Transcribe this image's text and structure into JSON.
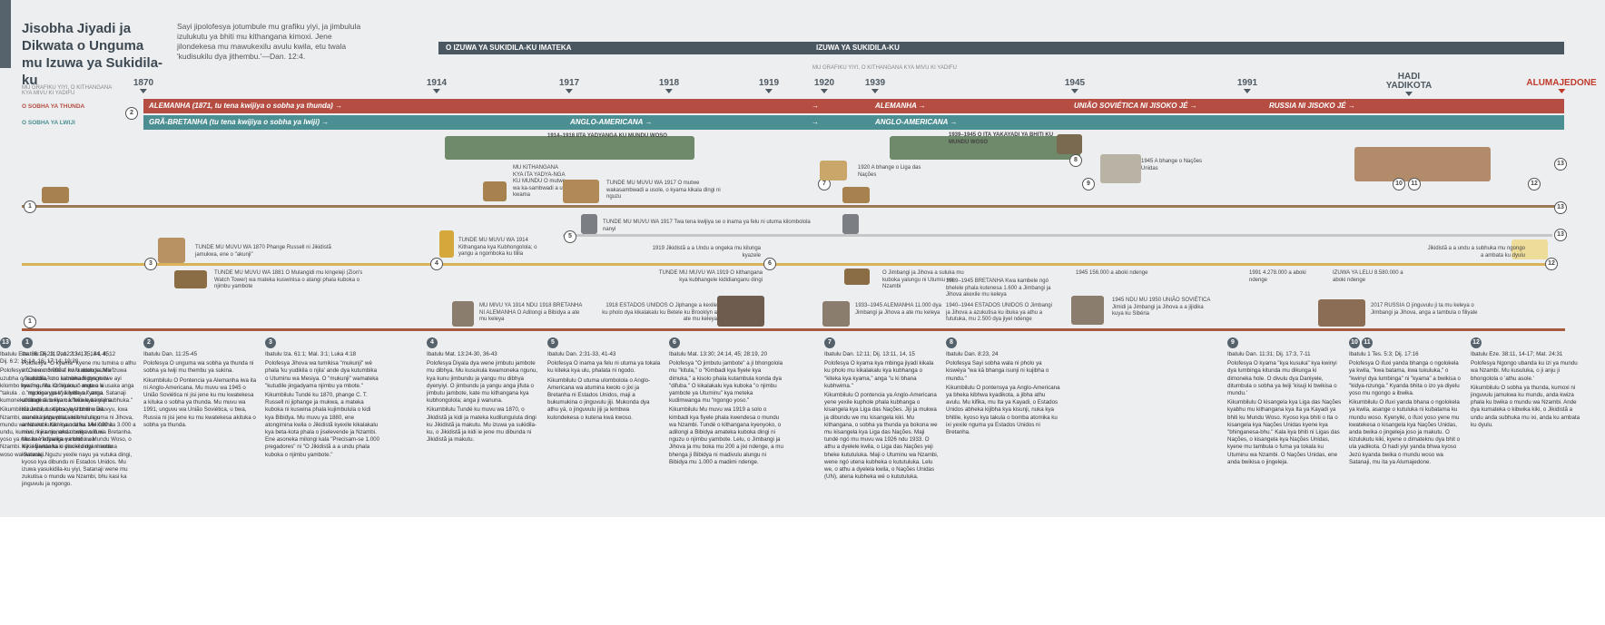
{
  "header": {
    "title": "Jisobha Jiyadi ja Dikwata o Unguma mu Izuwa ya Sukidila-ku",
    "intro": "Sayi jipolofesya jotumbule mu grafiku yiyi, ja jimbulula izulukutu ya bhiti mu kithangana kimoxi. Jene jilondekesa mu mawukexilu avulu kwila, etu twala 'kudisukilu dya jithembu.'—Dan. 12:4."
  },
  "eras": {
    "era1": "O IZUWA YA SUKIDILA-KU IMATEKA",
    "era2": "IZUWA YA SUKIDILA-KU"
  },
  "notes": {
    "left": "MU GRAFIKU YIYI, O KITHANGANA KYA MIVU KI YADIFU",
    "right": "MU GRAFIKU YIYI, O KITHANGANA KYA MIVU KI YADIFU"
  },
  "years": [
    "1870",
    "1914",
    "1917",
    "1918",
    "1919",
    "1920",
    "1939",
    "1945",
    "1991",
    "HADI YADIKOTA",
    "ALUMAJEDONE"
  ],
  "lanes": {
    "red_label": "O SOBHA YA THUNDA",
    "teal_label": "O SOBHA YA LWIJI",
    "red1": "ALEMANHA (1871, tu tena kwijiya o sobha ya thunda) →",
    "red2": "→",
    "red3": "ALEMANHA →",
    "red4": "UNIÃO SOVIÉTICA NI JISOKO JÉ →",
    "red5": "RUSSIA NI JISOKO JÉ →",
    "teal1": "GRÃ-BRETANHA (tu tena kwijiya o sobha ya lwiji) →",
    "teal2": "ANGLO-AMERICANA →",
    "teal3": "→",
    "teal4": "ANGLO-AMERICANA →"
  },
  "events": {
    "e_ww1": "1914–1918 IITA YADYANGA KU MUNDU WOSO",
    "e_ww2": "1939–1945 O ITA YAKAYADI YA BHITI KU MUNDU WOSO",
    "e_mukith": "MU KITHANGANA KYA ITA YADYA-NGA KU MUNDU O mutwe wa ka-sambwadi a u kwama",
    "e_tmw1917a": "TUNDE MU MUVU WA 1917 O mutwe wakasambwadi a usole, o kyama kikala dingi ni nguzu",
    "e_1920": "1920 A bhange o Liga das Nações",
    "e_1945un": "1945 A bhange o Nações Unidas",
    "e_tmw1917b": "TUNDE MU MUVU WA 1917 Twa tena kwijiya se o inama ya felu ni utuma kilombolola nanyi",
    "e_tmw1870": "TUNDE MU MUVU WA 1870 Phange Russell ni Jikidistã jamukwa, ene o \"akunji\"",
    "e_tmw1914": "TUNDE MU MUVU WA 1914 Kithangana kya Kubhongolola; o yangu a ngomboka ku tilila",
    "e_1919": "1919 Jikidistã a a Undu a ongeka mu kilunga kyazele",
    "e_end": "Jikidistã a a undu a subhuka mu ngongo a ambata ku dyulu",
    "e_tmw1881": "TUNDE MU MUVU WA 1881 O Mulangidi mu kingeleji (Zion's Watch Tower) wa mateka kuswinisa o atangi phala kuboka o njimbu yambote",
    "e_tmw1919": "TUNDE MU MUVU WA 1919 O kithangana kya kubhangele kididianganu dingi",
    "e_jinge": "O Jimbangi ja Jihova a suluka mu kuboka yalungu ni Utumiu wa Nzambi",
    "e_1939brit": "1939–1945 BRETANHA Kwa kambele ngó bhelele phala kutenesa 1.600 a Jimbangi ja Jihova akexile mu keleya",
    "e_1945": "1945 156.000 a aboki ndenge",
    "e_1991": "1991 4.278.000 a aboki ndenge",
    "e_lelu": "IZUWA YA LELU 8.580.000 a aboki ndenge",
    "e_mv1914": "MU MIVU YA 1914 NDU 1918 BRETANHA NI ALEMANHA O Adilongi a Bibidya a ate mu keleya",
    "e_1918eu": "1918 ESTADOS UNIDOS O Jiphange a kexile ku pholo dya kikalakalu ku Betele ku Brooklyn a ate mu keleya",
    "e_1933": "1933–1945 ALEMANHA 11.000 dya Jimbangi ja Jihova a ate mu keleya",
    "e_1940": "1940–1944 ESTADOS UNIDOS O Jimbangi ja Jihova a azukutisa ku ibuka ya athu a fututuka, mu 2.500 dya jiyel ndenge",
    "e_1945sov": "1945 NDU MU 1950 UNIÃO SOVIÉTICA Jimidi ja Jimbangi ja Jihova a a jijidika kuya ku Sibéria",
    "e_2017": "2017 RUSSIA O jinguvulu ji ta mu keleya o Jimbangi ja Jihova, anga a tambula o filiyale"
  },
  "columns": [
    {
      "num": "1",
      "ref": "Ibatulu Dij. 11:7; 12:13, 17; 13:1-8, 12",
      "p1": "Polofesya \"O kyama\" kyene mu tumina o athu mu ixi mu 3.000 a mivu ndenge. Mu izuwa yasukidila-ku o sambwadi dya mitwe ayi kwama. Mu kusuluka, o mutwe a usaka anga o \"ngongo yoso\" ikiyela o kyama. Satanaji uthangesa o kyama \"küiwa ita ni ji subhuka.\"",
      "p2": "Kikumbilulu Kyoso kya bhiti o Diluvyu, kwa moneka jinguvulu, exile ni unguma ni Jihova, amateka kutumina o athu. Mu kubhita 3.000 a mivu, kwa moneka o unguvulu wa Bretanha. Mu Ita Yadyanga ya bhiti ku Mundu Woso, o kiy a Bretanha ki yexile dingi ni kutena kwavulu. Nguzu yexile nayu ya vutuka dingi, kyoso kya dibundu ni Estados Unidos. Mu izuwa yasukidila-ku yiyi, Satanaji wene mu zukutisa o mundu wa Nzambi, bhu kasi ka jinguvulu ja ngongo."
    },
    {
      "num": "2",
      "ref": "Ibatulu Dan. 11:25-45",
      "p1": "Polofesya O unguma wa sobha ya thunda ni sobha ya lwiji mu thembu ya sukina.",
      "p2": "Kikumbilulu O Pontencia ya Alemanha iwa ita ni Anglo-Americana. Mu muvu wa 1945 o União Soviética ni jisi jene ku mu kwatekesa a kituka o sobha ya thunda. Mu muvu wa 1991, unguvu wa União Soviética, u bwa, Russia ni jisi jene ku mu kwatekesa akituka o sobha ya thunda."
    },
    {
      "num": "3",
      "ref": "Ibatulu Iza. 61:1; Mal. 3:1; Luka 4:18",
      "p1": "Polofesya Jihova wa tumikisa \"mukunji\" wé phala 'ku yudikila o njila' ande dya kutumbika o Utuminu wa Mesiya. O \"mukunji\" wamateka \"kutudile jingadyama njimbu ya mbote.\"",
      "p2": "Kikumbilulu Tundé ku 1870, phange C. T. Russell ni jiphange ja mukwa, a mateka kuboka ni kuswina phala kujimbulula o kidi kya Bibidya. Mu muvu ya 1880, ene atongimina kwila o Jikidistã kyexile kikalakalu kya beta-kota phala o jiselevende ja Nzambi. Ene asoneka milongi kala \"Precisam-se 1.000 pregadores\" ni \"O Jikidistã a a undu phala kuboka o njimbu yambote.\""
    },
    {
      "num": "4",
      "ref": "Ibatulu Mat. 13:24-30, 36-43",
      "p1": "Polofesya Diyala dya wene jimbutu jambote mu dibhya. Mu kusukula kwamoneka ngunu, kya kunu jimbundu ja yangu mu dibhya dyenyiyi. O jimbundu ja yangu anga jifuta o jimbutu jambote, kate mu kithangana kya kubhongolola; anga ji wanuna.",
      "p2": "Kikumbilulu Tundé ku muvu wa 1870, o Jikidistã ja kidi ja mateka kudilungulula dingi ku Jikidistã ja makutu. Mu izuwa ya sukidila-ku, o Jikidistã ja kidi ie jene mu dibunda ni Jikidistã ja makutu."
    },
    {
      "num": "5",
      "ref": "Ibatulu Dan. 2:31-33, 41-43",
      "p1": "Polofesya O inama ya felu ni utuma ya tokala ku kiteka kya ulu, phalata ni ngodo.",
      "p2": "Kikumbilulu O utuma ulombolola o Anglo-Americana wa atumina kwolo o jixi ja Bretanha ni Estados Unidos, maji a bukumukina o jinguvulu jiji. Mukonda dya athu yá, o jinguvulu jiji ja lembwa kulondekesa o kutena kwá kwoso."
    },
    {
      "num": "6",
      "ref": "Ibatulu Mat. 13:30; 24:14, 45; 28:19, 20",
      "p1": "Polofesya \"O jimbutu jambote\" a ji bhongolola mu \"kitula,\" o \"Kimbadi kya fiyele kya dimuka,\" a kisolo phala kutambula konda dya \"difuba.\" O kikalakalu kya kuboka \"o njimbu yambote ya Utuminu\" kya meteka kudimwanga mu \"ngongo yoso.\"",
      "p2": "Kikumbilulu Mu muvu wa 1919 a solo o kimbadi kya fiyele phala kwendesa o mundu wa Nzambi. Tundé o kithangana kyenyoko, o adilongi a Bibidya amateka kuboka dingi ni nguzu o njimbu yambote. Lelu, o Jimbangi ja Jihova ja mu boka mu 200 a jixi ndenge, a mu bhenga ji Bibidya ni madivulu alungu ni Bibidya mu 1.000 a madimi ndenge."
    },
    {
      "num": "7",
      "ref": "Ibatulu Dan. 12:11; Dij. 13:11, 14, 15",
      "p1": "Polofesya O kyama kya mbinga jiyadi kikala ku pholo mu kikalakalu kya kubhanga o \"kiteka kya kyama,\" anga \"u ki bhana kubhwima.\"",
      "p2": "Kikumbilulu O pontencia ya Anglo-Americana yene yexile kuphole phala kubhanga o kisangela kya Liga das Nações. Jiji ja mukwa ja dibundu we mu kisangela kiki. Mu kithangana, o sobha ya thunda ya bokona we mu kisangela kya Liga das Nações. Maji tundé ngó mu muvu wa 1926 ndu 1933. O athu a dyelele kwila, o Liga das Nações yeji bheke kututuluka. Maji o Utuminu wa Nzambi, wene ngó utena kubheka o kututuluka. Lelu we, o athu a dyelela kwila, o Nações Unidas (UN), atena kubheka wé o kututuluka."
    },
    {
      "num": "8",
      "ref": "Ibatulu Dan. 8:23, 24",
      "p1": "Polofesya Sayi sobha wala ni pholo ya kiswéya \"wa kā bhanga isunji ni kujibha o mundu.\"",
      "p2": "Kikumbilulu O pontensya ya Anglo-Americana ya bheka kibhwa kyadikota, a jibha athu avulu. Mu kifika, mu Ita ya Kayadi, o Estados Unidos abheka kijibha kya kisunji, nuka kya bhitile, kyoso kya takula o bomba atomika ku ixi yexile nguma ya Estados Unidos ni Bretanha."
    },
    {
      "num": "9",
      "ref": "Ibatulu Dan. 11:31; Dij. 17:3, 7-11",
      "p1": "Polofesya O kyama \"kya kusuka\" kya kwinyi dya lumbinga kitunda mu dikunga ki dimoneka hole. O divulu dya Daniyele, ditumbula o sobha ya lwiji 'kisuji ki bwikisa o mundu.'",
      "p2": "Kikumbilulu O kisangela kya Liga das Nações kyabhu mu kithangana kya Ita ya Kayadi ya bhiti ku Mundu Woso. Kyoso kya bhiti o Ita o kisangela kya Nações Unidas kyene kya \"bhinganesa-bhu.\" Kala kya bhiti ni Ligas das Nações, o kisangela kya Nações Unidas, kyene mu tambula o fuma ya tokala ku Utuminu wa Nzambi. O Nações Unidas, ene anda bwikisa o jingeleja."
    },
    {
      "num": "10 11",
      "ref": "Ibatulu 1 Tes. 5:3; Dij. 17:16",
      "p1": "Polofesya O ifuxi yanda bhanga o ngolokela ya kwila, \"kwa batama, kwa tukuluka,\" o \"kwinyi dya lumbinga\" ni \"kyama\" a bwikisa o \"kidya-nzunga.\" Kyanda bhita o izo ya diyelu yoso mu ngongo a ibwika.",
      "p2": "Kikumbilulu O ifuxi yanda bhana o ngolokela ya kwila, asange o kutuluka ni kubatama ku mundu woso. Kyenyiki, o ifuxi yoso yene mu kwatekesa o kisangela kya Nações Unidas, anda bwika o jingeleja joso ja makutu. O kizulukutu kiki, kyene o dimateknu dya bhit o ula yadikota. O hadi yiyi yanda bhwa kyoso Jezú kyanda bwika o mundu woso wa Satanaji, mu ita ya Alumajedone."
    },
    {
      "num": "12",
      "ref": "Ibatulu Eze. 38:11, 14-17; Mat. 24:31",
      "p1": "Polofesya Ngongo ubanda ku izi ya mundu wa Nzambi. Mu kusuluka, o ji anju ji bhongolola o 'athu asole.'",
      "p2": "Kikumbilulu O sobha ya thunda, kumoxi ni jinguvulu jamukwa ku mundu, anda kwiza phala ku bwika o mundu wa Nzambi. Ande dya kumateka o kibwika kiki, o Jikidistã a undu anda subhuka mu ixi, anda ku ambata ku dyulu."
    },
    {
      "num": "13",
      "ref": "Ibatulu Eze. 38:18-23; Dan. 2:34, 35, 44, 45; Dij. 6:2; 16:14, 16; 17:14; 19:20",
      "p1": "Polofesya \"O wa mondala\" ku \"kabalu kazele\" uzubha o \"kutolola,\" mu kubwika Ngongo ni kilombo kya \"ngu ita. O \"kyama\" anga a ki \"takula . . . mu kisanga kya tubhya,\" anga kumoneka ditadi di bwika o kiteka kya kyama.",
      "p2": "Kikumbilulu Jezú, o sobha ya Utuminu wa Nzambi, wanda kwiza phala kubhulula o mundu wa Nzambi. Kiki kyanda ka 144.000 a undu, kumoxi ni ji anju, anda bwika o ifuxi yoso ya mesene kubwika o mundu wa Nzambi. Kiki kyanda ka o disukilu dya mundu woso wa Satanaji."
    }
  ]
}
